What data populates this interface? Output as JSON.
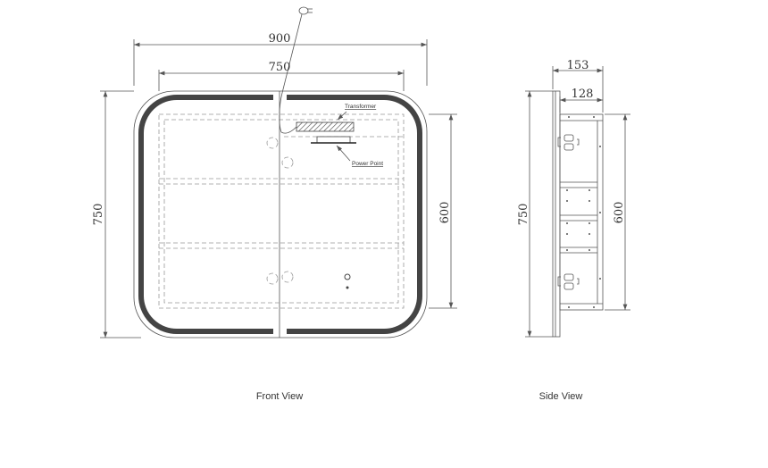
{
  "front_view": {
    "label": "Front View",
    "dim_overall_width": "900",
    "dim_cabinet_width": "750",
    "dim_overall_height": "750",
    "dim_cabinet_height": "600",
    "transformer_label": "Transformer",
    "power_point_label": "Power Point"
  },
  "side_view": {
    "label": "Side View",
    "dim_overall_depth": "153",
    "dim_cabinet_depth": "128",
    "dim_overall_height": "750",
    "dim_cabinet_height": "600"
  },
  "colors": {
    "line": "#555555",
    "led_band": "#444444",
    "dashed": "#999999"
  }
}
